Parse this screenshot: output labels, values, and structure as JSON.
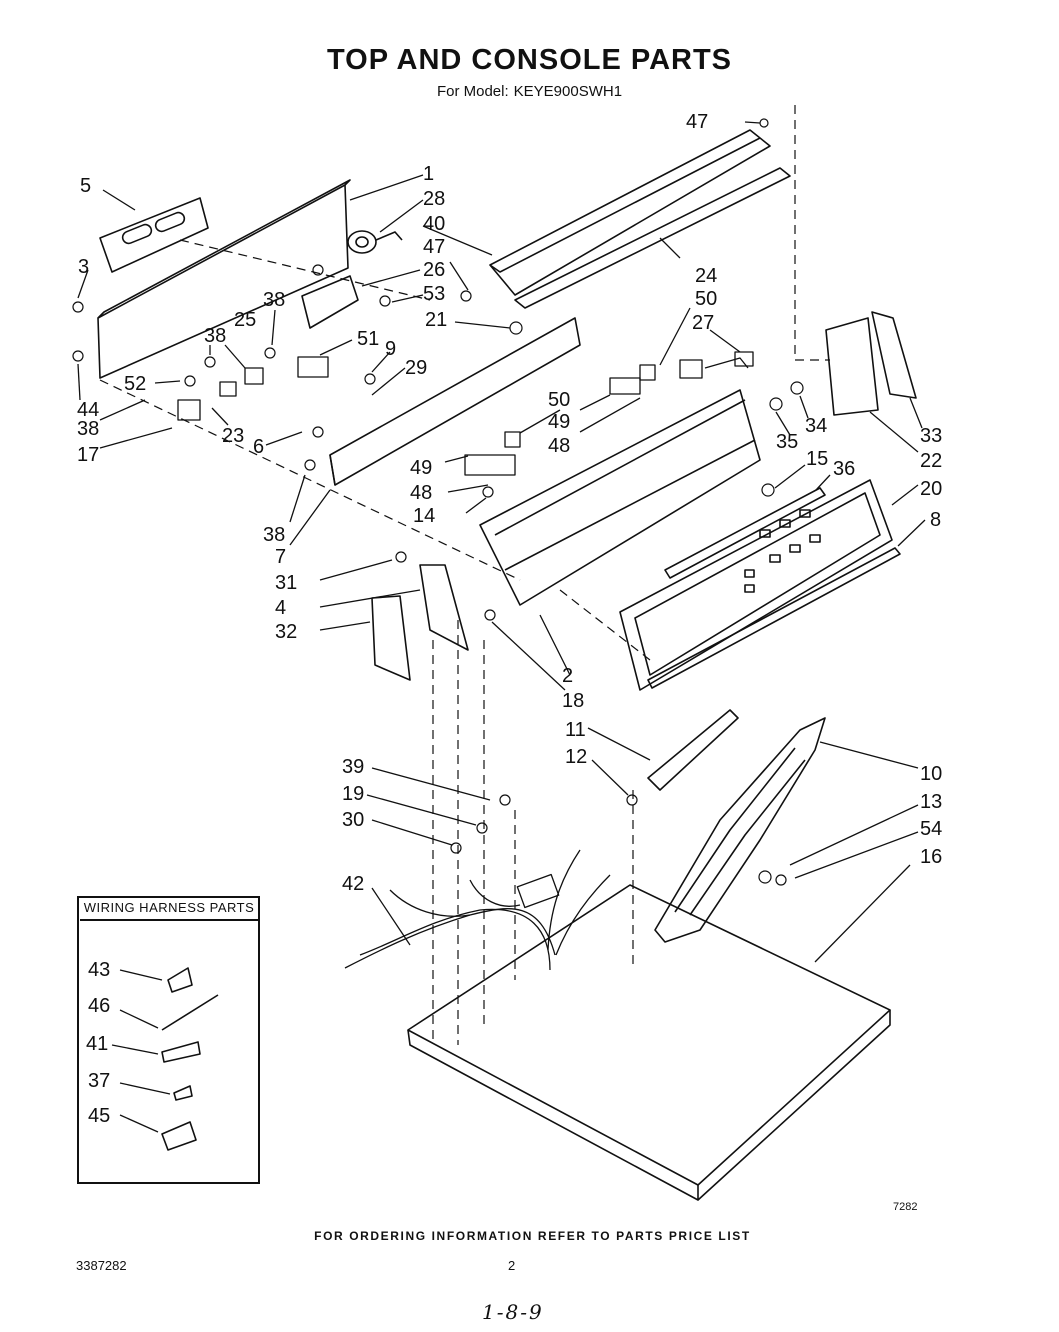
{
  "header": {
    "title": "TOP AND CONSOLE PARTS",
    "model_prefix": "For Model:",
    "model_number": "KEYE900SWH1"
  },
  "callouts": [
    "1",
    "2",
    "3",
    "4",
    "5",
    "6",
    "7",
    "8",
    "9",
    "10",
    "11",
    "12",
    "13",
    "14",
    "15",
    "16",
    "17",
    "18",
    "19",
    "20",
    "21",
    "22",
    "23",
    "24",
    "25",
    "26",
    "27",
    "28",
    "29",
    "30",
    "31",
    "32",
    "33",
    "34",
    "35",
    "36",
    "37",
    "38",
    "39",
    "40",
    "41",
    "42",
    "43",
    "44",
    "45",
    "46",
    "47",
    "48",
    "49",
    "50",
    "51",
    "52",
    "53",
    "54"
  ],
  "wiring_harness": {
    "title": "WIRING HARNESS PARTS",
    "items": [
      "43",
      "46",
      "41",
      "37",
      "45"
    ]
  },
  "footer": {
    "ordering_note": "FOR ORDERING INFORMATION REFER TO PARTS PRICE LIST",
    "document_number": "3387282",
    "page_number": "2",
    "figure_code": "7282",
    "handwritten_note": "1-8-9"
  }
}
